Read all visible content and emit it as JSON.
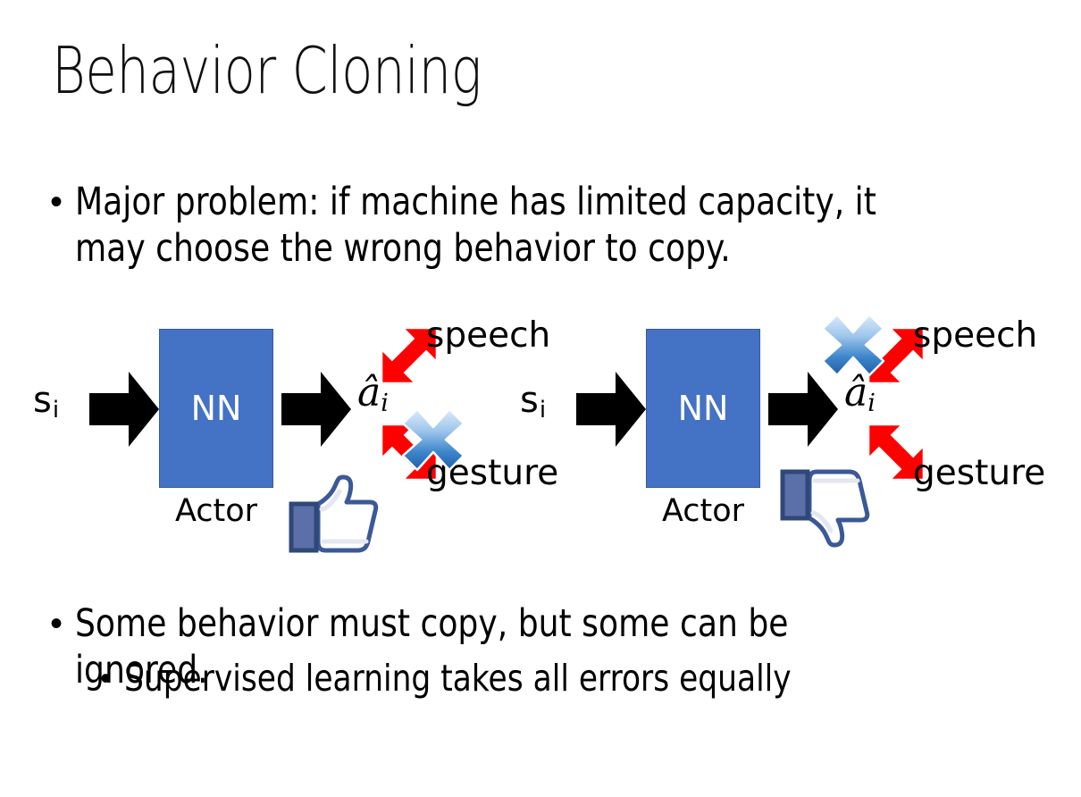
{
  "slide": {
    "title": "Behavior Cloning",
    "background_color": "#FFFFFF"
  },
  "bullets": {
    "top": {
      "marker": "•",
      "text": "Major problem: if machine has limited capacity, it\nmay choose the wrong behavior to copy."
    },
    "bottom_level1": {
      "marker": "•",
      "text": "Some behavior must copy, but some can be ignored."
    },
    "bottom_level2": {
      "marker": "•",
      "text": "Supervised learning takes all errors equally"
    }
  },
  "colors": {
    "nn_box": "#4472C4",
    "nn_box_border": "#355A9C",
    "arrow_black": "#000000",
    "arrow_red": "#FF0000",
    "blue_x_light": "#BBD7F2",
    "blue_x_dark": "#2E75B6",
    "thumb_outline": "#3B5998",
    "thumb_cuff": "#5B6FA8",
    "thumb_fill": "#FFFFFF",
    "text": "#000000"
  },
  "diagrams": [
    {
      "id": "left",
      "state_symbol": "s",
      "state_subscript": "i",
      "box_label": "NN",
      "box_caption": "Actor",
      "action_symbol": "â",
      "action_subscript": "i",
      "outputs": [
        {
          "name": "speech",
          "label": "speech",
          "crossed_out": false
        },
        {
          "name": "gesture",
          "label": "gesture",
          "crossed_out": true
        }
      ],
      "verdict_icon": "thumbs-up-icon",
      "cross_icon": "blue-x-icon",
      "cross_target": "gesture"
    },
    {
      "id": "right",
      "state_symbol": "s",
      "state_subscript": "i",
      "box_label": "NN",
      "box_caption": "Actor",
      "action_symbol": "â",
      "action_subscript": "i",
      "outputs": [
        {
          "name": "speech",
          "label": "speech",
          "crossed_out": true
        },
        {
          "name": "gesture",
          "label": "gesture",
          "crossed_out": false
        }
      ],
      "verdict_icon": "thumbs-down-icon",
      "cross_icon": "blue-x-icon",
      "cross_target": "speech"
    }
  ]
}
